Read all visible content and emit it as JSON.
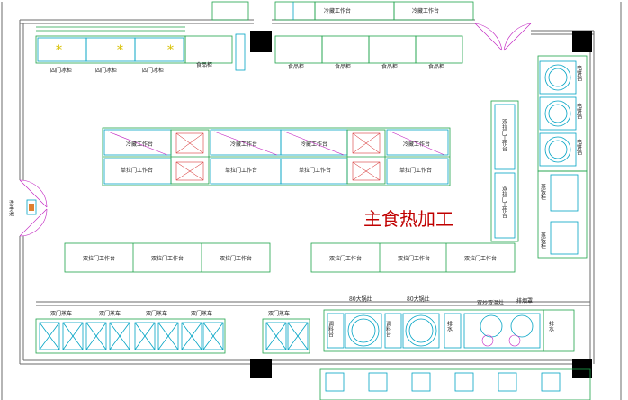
{
  "plan_title": "主食热加工",
  "labels": {
    "top_partial_1": "冷藏工作台",
    "top_partial_2": "冷藏工作台",
    "fridge": "四门冰柜",
    "food_cabinet": "食品柜",
    "cold_bench": "冷藏工作台",
    "single_bench": "单拉门工作台",
    "double_bench": "双拉门工作台",
    "double_cart": "双门蒸车",
    "seasoning": "调料台",
    "wok_80": "80大锅灶",
    "double_stir_stove": "双炒双温灶",
    "range_hood": "排烟罩",
    "rice_steamer": "电饼铛",
    "steamer_box": "蒸饭柜",
    "drain": "排水",
    "hand_sink": "洗手池"
  },
  "colors": {
    "wall": "#6b6b6b",
    "equipment_green": "#1fa34a",
    "equipment_cyan": "#00a3c4",
    "detail_magenta": "#c020c0",
    "title_red": "#c00000",
    "column_black": "#000000"
  }
}
